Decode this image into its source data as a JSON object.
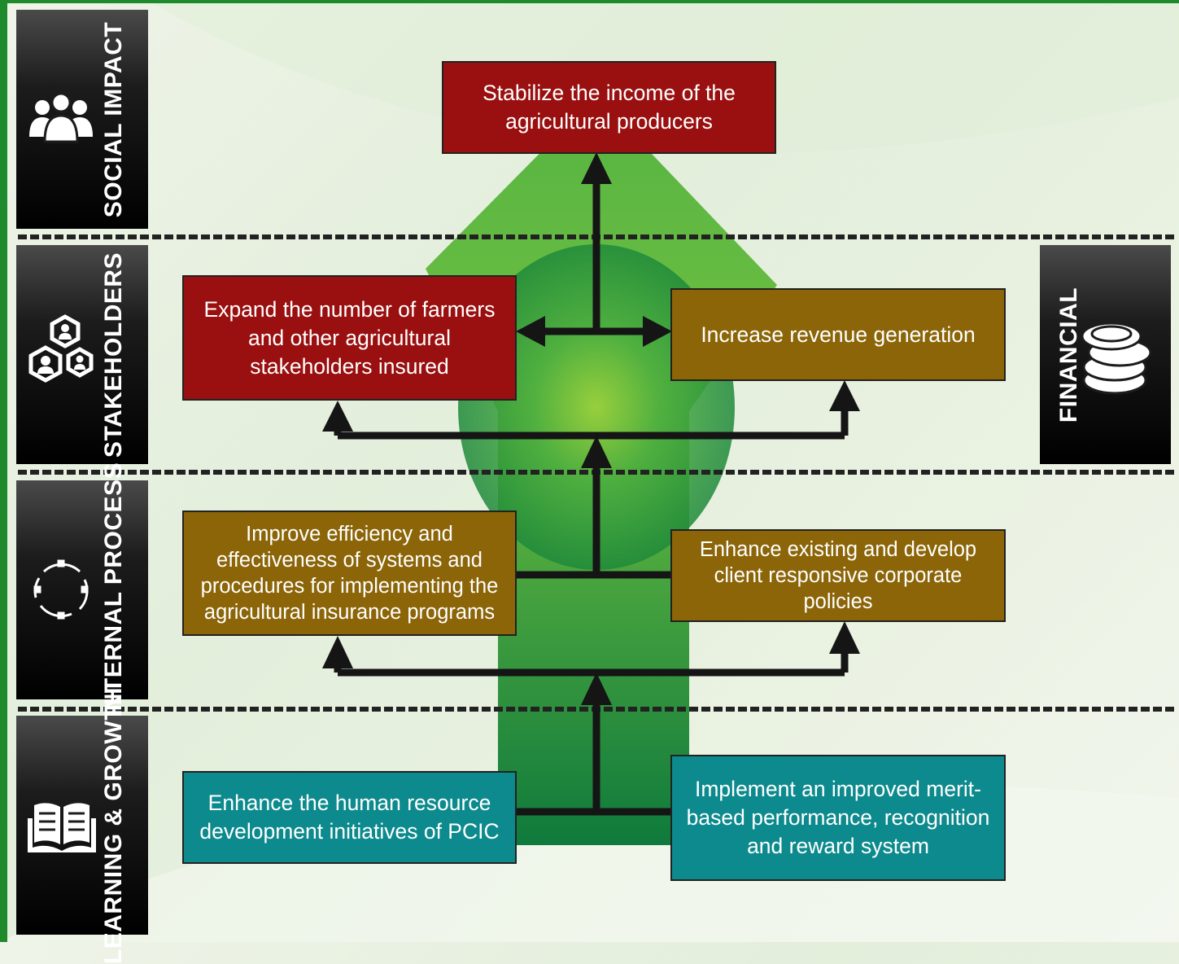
{
  "perspectives": {
    "social_impact": "SOCIAL IMPACT",
    "stakeholders": "STAKEHOLDERS",
    "internal_process": "INTERNAL PROCESS",
    "learning_growth": "LEARNING & GROWTH",
    "financial": "FINANCIAL"
  },
  "icons": {
    "social_impact": "people-group-icon",
    "stakeholders": "stakeholder-network-icon",
    "internal_process": "cycle-process-icon",
    "learning_growth": "open-book-icon",
    "financial": "coin-stack-icon"
  },
  "objectives": {
    "stabilize_income": "Stabilize the income of the agricultural producers",
    "expand_insured": "Expand the number of farmers and other agricultural stakeholders insured",
    "increase_revenue": "Increase revenue generation",
    "improve_efficiency": "Improve efficiency and effectiveness of systems and procedures for implementing the agricultural insurance programs",
    "enhance_policies": "Enhance existing and develop client responsive corporate policies",
    "enhance_hr": "Enhance the human resource development initiatives of PCIC",
    "implement_merit": "Implement an improved merit-based performance, recognition and reward system"
  },
  "colors": {
    "social_objective": "#9a0f0f",
    "process_objective": "#8b6508",
    "learning_objective": "#0d8a8d",
    "big_arrow": "#2e9a3a",
    "frame": "#1e8a2c"
  }
}
